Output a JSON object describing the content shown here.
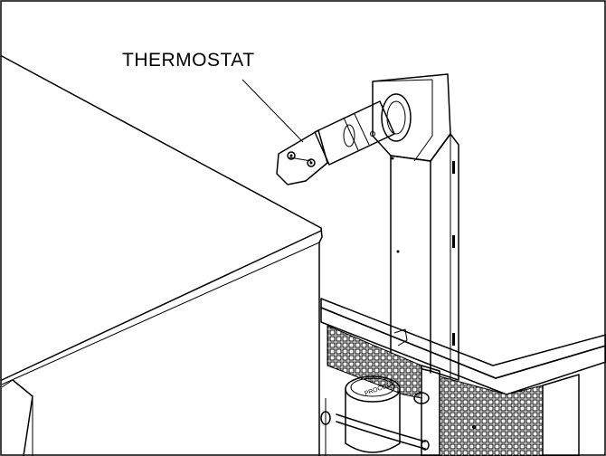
{
  "callout": {
    "label": "THERMOSTAT"
  },
  "components": [
    "cabinet",
    "mounting-bracket",
    "thermostat-sensor",
    "condenser-grille",
    "pump"
  ],
  "colors": {
    "line": "#000000",
    "background": "#ffffff"
  }
}
